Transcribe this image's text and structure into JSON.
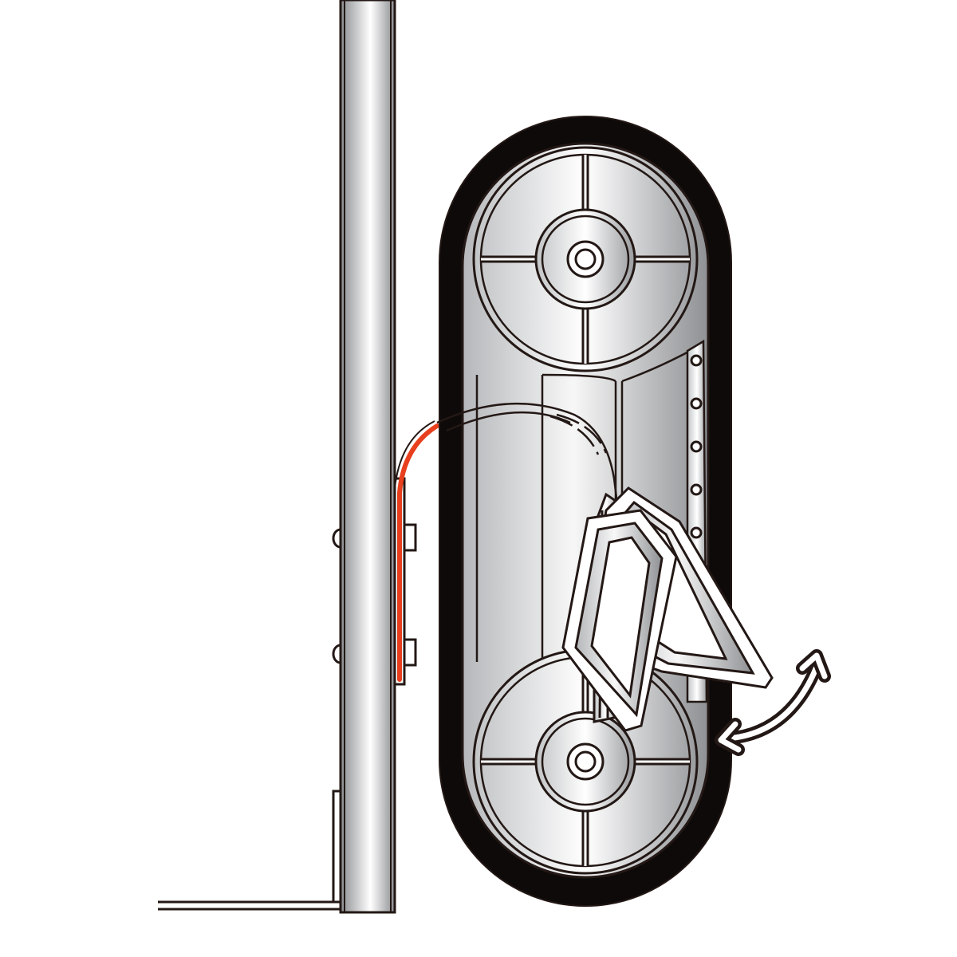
{
  "colors": {
    "background": "#ffffff",
    "outline": "#231815",
    "track_belt": "#0d0a09",
    "cable": "#e8401e",
    "metal_dark": "#8a8c8f",
    "metal_light": "#ffffff"
  },
  "components": [
    {
      "name": "vertical-pole",
      "icon": "metal-tube"
    },
    {
      "name": "track-belt",
      "icon": "crawler-belt"
    },
    {
      "name": "upper-pulley",
      "icon": "wheel"
    },
    {
      "name": "lower-pulley",
      "icon": "wheel"
    },
    {
      "name": "bolt-strip",
      "icon": "perforated-plate"
    },
    {
      "name": "cable",
      "icon": "orange-cable"
    },
    {
      "name": "clamp-lever",
      "icon": "swing-lever"
    },
    {
      "name": "swing-arrow",
      "icon": "double-headed-curved-arrow"
    },
    {
      "name": "floor-bracket",
      "icon": "l-bracket"
    }
  ]
}
